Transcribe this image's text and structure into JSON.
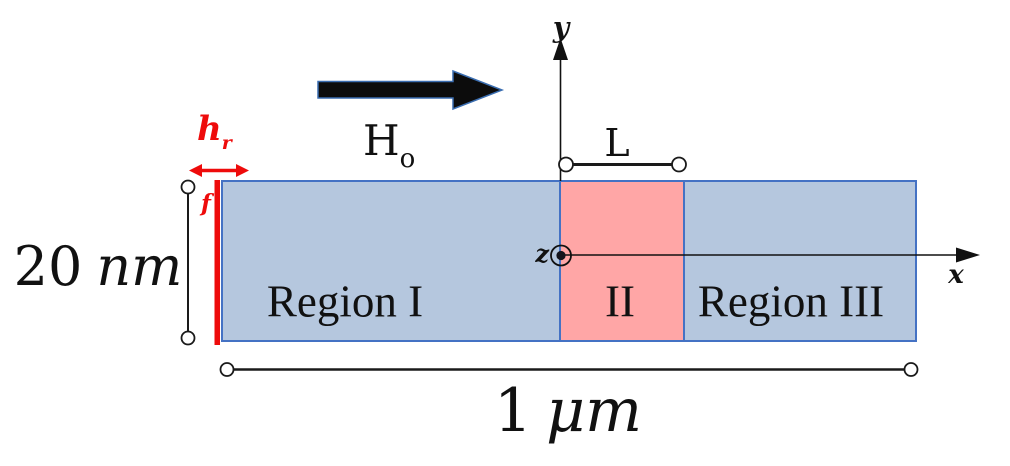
{
  "figure": {
    "axes": {
      "x_label": "x",
      "y_label": "y",
      "z_label": "z"
    },
    "applied_field": {
      "symbol": "H",
      "subscript": "o"
    },
    "excitation_field": {
      "symbol": "h",
      "subscript": "r",
      "film_edge_label": "f",
      "color": "#ee0b0b"
    },
    "regions": [
      {
        "name": "Region I",
        "fill": "#b5c7de"
      },
      {
        "name": "II",
        "fill": "#ffa6a6"
      },
      {
        "name": "Region III",
        "fill": "#b5c7de"
      }
    ],
    "region_border_color": "#4472c4",
    "dimensions": {
      "thickness": {
        "value": "20",
        "unit": "nm"
      },
      "total_length": {
        "value": "1",
        "unit": "μm"
      },
      "region2_length_label": "L"
    }
  }
}
